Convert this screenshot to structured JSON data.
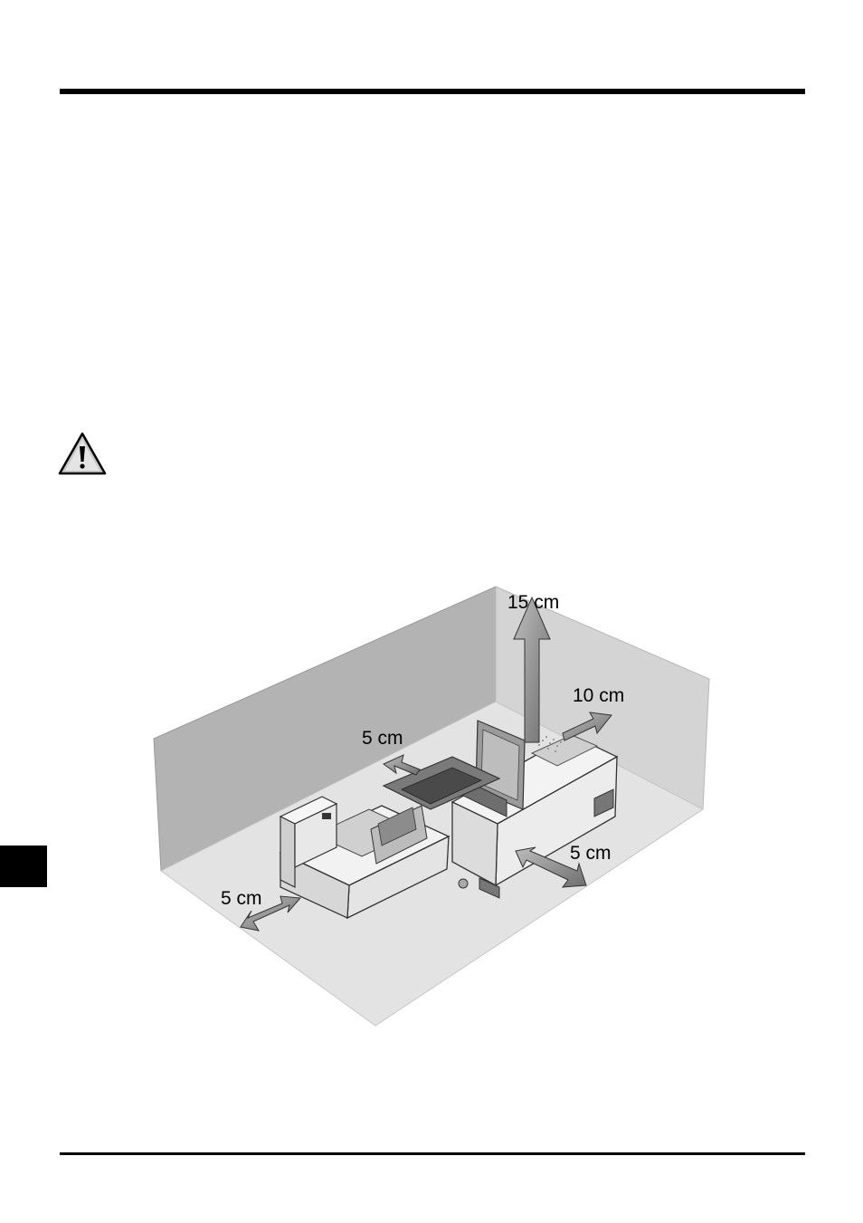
{
  "icons": {
    "warning": "warning-triangle-icon"
  },
  "figure": {
    "labels": {
      "top": "15 cm",
      "back": "10 cm",
      "rear_left": "5 cm",
      "right": "5 cm",
      "front_left": "5 cm"
    }
  }
}
